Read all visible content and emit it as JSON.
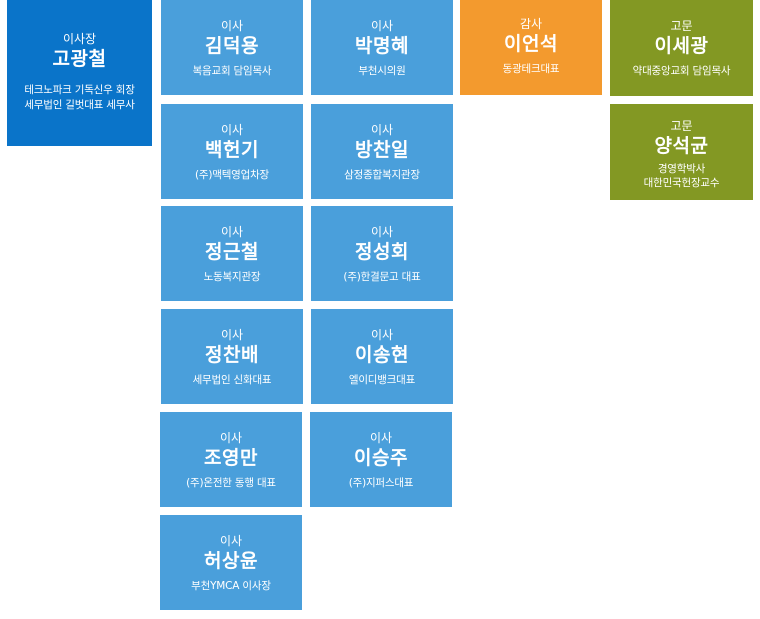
{
  "chair": {
    "role": "이사장",
    "name": "고광철",
    "desc": [
      "테크노파크 기독신우 회장",
      "세무법인 길벗대표 세무사"
    ],
    "color": "#0a74c9"
  },
  "directors": [
    {
      "role": "이사",
      "name": "김덕용",
      "desc": "복음교회 담임목사"
    },
    {
      "role": "이사",
      "name": "박명혜",
      "desc": "부천시의원"
    },
    {
      "role": "이사",
      "name": "백헌기",
      "desc": "(주)맥텍영업차장"
    },
    {
      "role": "이사",
      "name": "방찬일",
      "desc": "삼정종합복지관장"
    },
    {
      "role": "이사",
      "name": "정근철",
      "desc": "노동복지관장"
    },
    {
      "role": "이사",
      "name": "정성회",
      "desc": "(주)한결문고 대표"
    },
    {
      "role": "이사",
      "name": "정찬배",
      "desc": "세무법인 신화대표"
    },
    {
      "role": "이사",
      "name": "이송현",
      "desc": "엘이디뱅크대표"
    },
    {
      "role": "이사",
      "name": "조영만",
      "desc": "(주)온전한 동행 대표"
    },
    {
      "role": "이사",
      "name": "이승주",
      "desc": "(주)지퍼스대표"
    },
    {
      "role": "이사",
      "name": "허상윤",
      "desc": "부천YMCA 이사장"
    }
  ],
  "auditor": {
    "role": "감사",
    "name": "이언석",
    "desc": "동광테크대표",
    "color": "#f39a2e"
  },
  "advisors": [
    {
      "role": "고문",
      "name": "이세광",
      "desc": [
        "약대중앙교회 담임목사"
      ]
    },
    {
      "role": "고문",
      "name": "양석균",
      "desc": [
        "경영학박사",
        "대한민국헌장교수"
      ]
    }
  ],
  "colors": {
    "director": "#4a9fdb",
    "advisor": "#839823"
  }
}
